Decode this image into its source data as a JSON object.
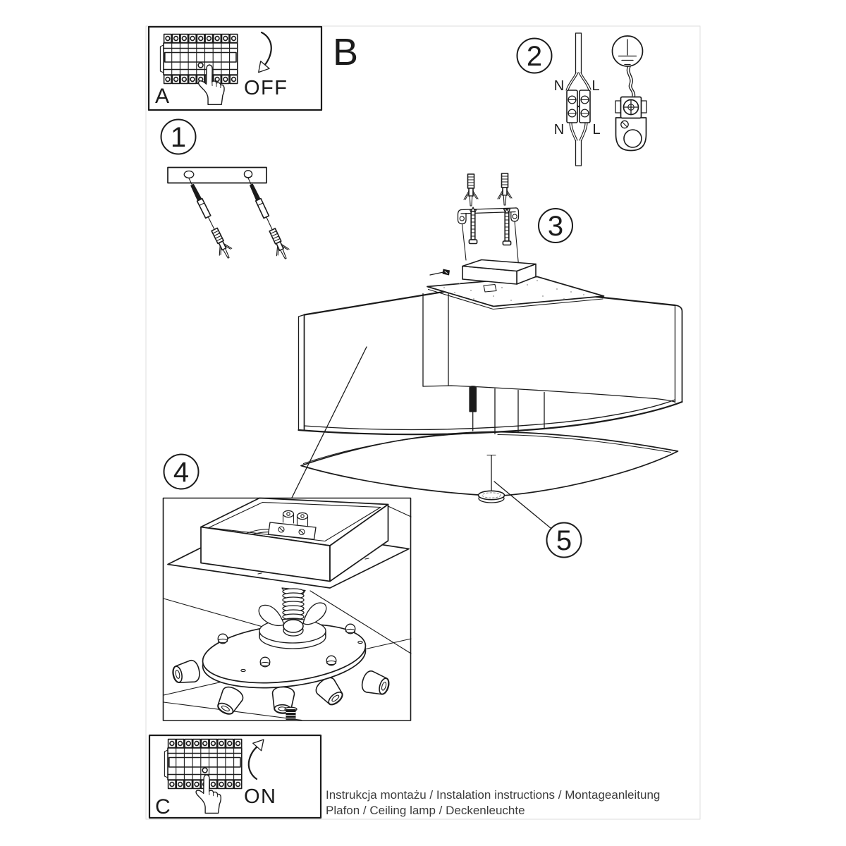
{
  "sheet": {
    "colors": {
      "ink": "#1b1b1b",
      "paper": "#ffffff",
      "page_border": "#e4e4e4",
      "footer_text": "#3c3c3c"
    },
    "panel_off": {
      "label": "A",
      "action": "OFF"
    },
    "panel_on": {
      "label": "C",
      "action": "ON"
    },
    "section_b_label": "B",
    "step_badges": {
      "step1": "1",
      "step2": "2",
      "step3": "3",
      "step4": "4",
      "step5": "5"
    },
    "wiring_labels": {
      "neutral_top": "N",
      "live_top": "L",
      "neutral_bottom": "N",
      "live_bottom": "L"
    },
    "footer": {
      "line1": "Instrukcja montażu / Instalation instructions / Montageanleitung",
      "line2": "Plafon / Ceiling lamp / Deckenleuchte"
    }
  }
}
